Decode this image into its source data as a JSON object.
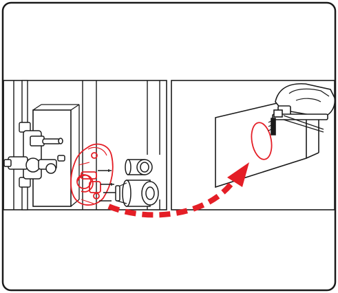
{
  "figure": {
    "kind": "installation-instruction-diagram",
    "panels": [
      {
        "id": "left-panel",
        "content": "wall-valve-with-rough-in-guard-and-sleeves"
      },
      {
        "id": "right-panel",
        "content": "cutting-wall-opening-with-jigsaw"
      }
    ],
    "arrow": {
      "style": "dashed",
      "from": "left-panel",
      "to": "right-panel"
    }
  },
  "colors": {
    "frame": "#1a1a1a",
    "line": "#1a1a1a",
    "accent": "#e41e26",
    "background": "#ffffff"
  },
  "icons": {
    "valve": "valve-icon",
    "template": "rough-in-guard-icon",
    "sleeve": "sleeve-icon",
    "jigsaw": "jigsaw-icon",
    "arrow": "dashed-curved-arrow-icon"
  }
}
